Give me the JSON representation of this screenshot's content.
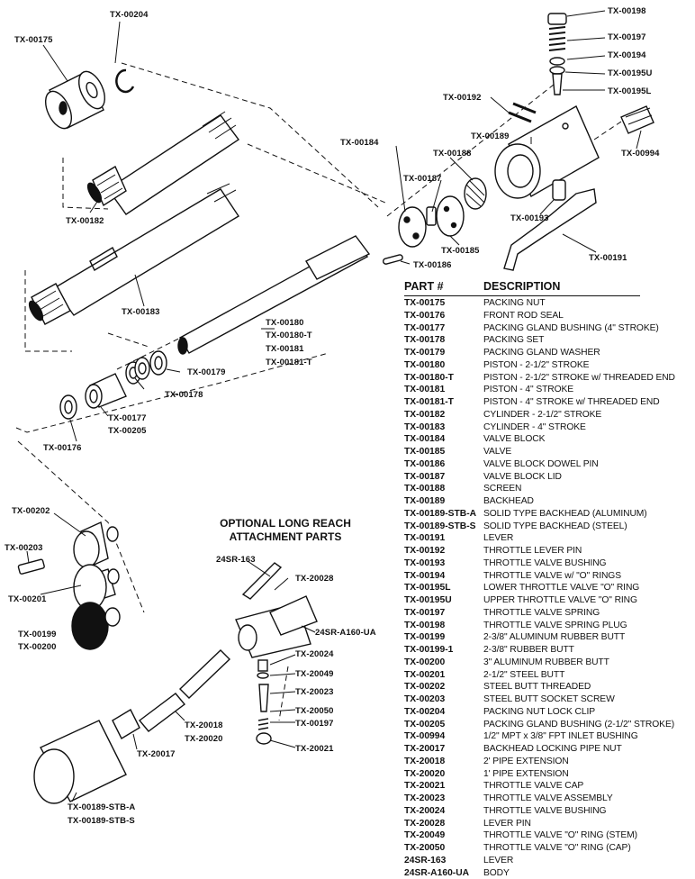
{
  "labels": {
    "l175": "TX-00175",
    "l204": "TX-00204",
    "l182": "TX-00182",
    "l183": "TX-00183",
    "l180": "TX-00180",
    "l180t": "TX-00180-T",
    "l181": "TX-00181",
    "l181t": "TX-00181-T",
    "l179": "TX-00179",
    "l178": "TX-00178",
    "l177": "TX-00177",
    "l205": "TX-00205",
    "l176": "TX-00176",
    "l198": "TX-00198",
    "l197": "TX-00197",
    "l194": "TX-00194",
    "l195u": "TX-00195U",
    "l195l": "TX-00195L",
    "l192": "TX-00192",
    "l189": "TX-00189",
    "l994": "TX-00994",
    "l184": "TX-00184",
    "l188": "TX-00188",
    "l187": "TX-00187",
    "l185": "TX-00185",
    "l186": "TX-00186",
    "l193": "TX-00193",
    "l191": "TX-00191",
    "l202": "TX-00202",
    "l203": "TX-00203",
    "l201": "TX-00201",
    "l199": "TX-00199",
    "l200": "TX-00200",
    "a163": "24SR-163",
    "a028": "TX-20028",
    "a160": "24SR-A160-UA",
    "a024": "TX-20024",
    "a049": "TX-20049",
    "a023": "TX-20023",
    "a050": "TX-20050",
    "a197": "TX-00197",
    "a021": "TX-20021",
    "a018": "TX-20018",
    "a020": "TX-20020",
    "a017": "TX-20017",
    "stba": "TX-00189-STB-A",
    "stbs": "TX-00189-STB-S"
  },
  "optional_title_line1": "OPTIONAL LONG REACH",
  "optional_title_line2": "ATTACHMENT PARTS",
  "table": {
    "header_part": "PART #",
    "header_desc": "DESCRIPTION",
    "rows": [
      {
        "part": "TX-00175",
        "desc": "PACKING NUT"
      },
      {
        "part": "TX-00176",
        "desc": "FRONT ROD SEAL"
      },
      {
        "part": "TX-00177",
        "desc": "PACKING GLAND BUSHING (4\" STROKE)"
      },
      {
        "part": "TX-00178",
        "desc": "PACKING SET"
      },
      {
        "part": "TX-00179",
        "desc": "PACKING GLAND WASHER"
      },
      {
        "part": "TX-00180",
        "desc": "PISTON - 2-1/2\" STROKE"
      },
      {
        "part": "TX-00180-T",
        "desc": "PISTON - 2-1/2\" STROKE w/ THREADED END"
      },
      {
        "part": "TX-00181",
        "desc": "PISTON - 4\" STROKE"
      },
      {
        "part": "TX-00181-T",
        "desc": "PISTON - 4\" STROKE w/ THREADED END"
      },
      {
        "part": "TX-00182",
        "desc": "CYLINDER - 2-1/2\" STROKE"
      },
      {
        "part": "TX-00183",
        "desc": "CYLINDER - 4\" STROKE"
      },
      {
        "part": "TX-00184",
        "desc": "VALVE BLOCK"
      },
      {
        "part": "TX-00185",
        "desc": "VALVE"
      },
      {
        "part": "TX-00186",
        "desc": "VALVE BLOCK DOWEL PIN"
      },
      {
        "part": "TX-00187",
        "desc": "VALVE BLOCK LID"
      },
      {
        "part": "TX-00188",
        "desc": "SCREEN"
      },
      {
        "part": "TX-00189",
        "desc": "BACKHEAD"
      },
      {
        "part": "TX-00189-STB-A",
        "desc": "SOLID TYPE BACKHEAD (ALUMINUM)"
      },
      {
        "part": "TX-00189-STB-S",
        "desc": "SOLID TYPE BACKHEAD (STEEL)"
      },
      {
        "part": "TX-00191",
        "desc": "LEVER"
      },
      {
        "part": "TX-00192",
        "desc": "THROTTLE LEVER PIN"
      },
      {
        "part": "TX-00193",
        "desc": "THROTTLE VALVE BUSHING"
      },
      {
        "part": "TX-00194",
        "desc": "THROTTLE VALVE w/ \"O\" RINGS"
      },
      {
        "part": "TX-00195L",
        "desc": "LOWER THROTTLE VALVE \"O\" RING"
      },
      {
        "part": "TX-00195U",
        "desc": "UPPER THROTTLE VALVE \"O\" RING"
      },
      {
        "part": "TX-00197",
        "desc": "THROTTLE VALVE SPRING"
      },
      {
        "part": "TX-00198",
        "desc": "THROTTLE VALVE SPRING PLUG"
      },
      {
        "part": "TX-00199",
        "desc": "2-3/8\" ALUMINUM RUBBER BUTT"
      },
      {
        "part": "TX-00199-1",
        "desc": "2-3/8\" RUBBER BUTT"
      },
      {
        "part": "TX-00200",
        "desc": "3\" ALUMINUM RUBBER BUTT"
      },
      {
        "part": "TX-00201",
        "desc": "2-1/2\" STEEL BUTT"
      },
      {
        "part": "TX-00202",
        "desc": "STEEL BUTT THREADED"
      },
      {
        "part": "TX-00203",
        "desc": "STEEL BUTT SOCKET SCREW"
      },
      {
        "part": "TX-00204",
        "desc": "PACKING NUT LOCK CLIP"
      },
      {
        "part": "TX-00205",
        "desc": "PACKING GLAND BUSHING (2-1/2\" STROKE)"
      },
      {
        "part": "TX-00994",
        "desc": "1/2\" MPT x 3/8\" FPT INLET BUSHING"
      },
      {
        "part": "TX-20017",
        "desc": "BACKHEAD LOCKING PIPE NUT"
      },
      {
        "part": "TX-20018",
        "desc": "2' PIPE EXTENSION"
      },
      {
        "part": "TX-20020",
        "desc": "1' PIPE EXTENSION"
      },
      {
        "part": "TX-20021",
        "desc": "THROTTLE VALVE CAP"
      },
      {
        "part": "TX-20023",
        "desc": "THROTTLE VALVE ASSEMBLY"
      },
      {
        "part": "TX-20024",
        "desc": "THROTTLE VALVE BUSHING"
      },
      {
        "part": "TX-20028",
        "desc": "LEVER PIN"
      },
      {
        "part": "TX-20049",
        "desc": "THROTTLE VALVE \"O\" RING (STEM)"
      },
      {
        "part": "TX-20050",
        "desc": "THROTTLE VALVE \"O\" RING (CAP)"
      },
      {
        "part": "24SR-163",
        "desc": "LEVER"
      },
      {
        "part": "24SR-A160-UA",
        "desc": "BODY"
      }
    ]
  }
}
